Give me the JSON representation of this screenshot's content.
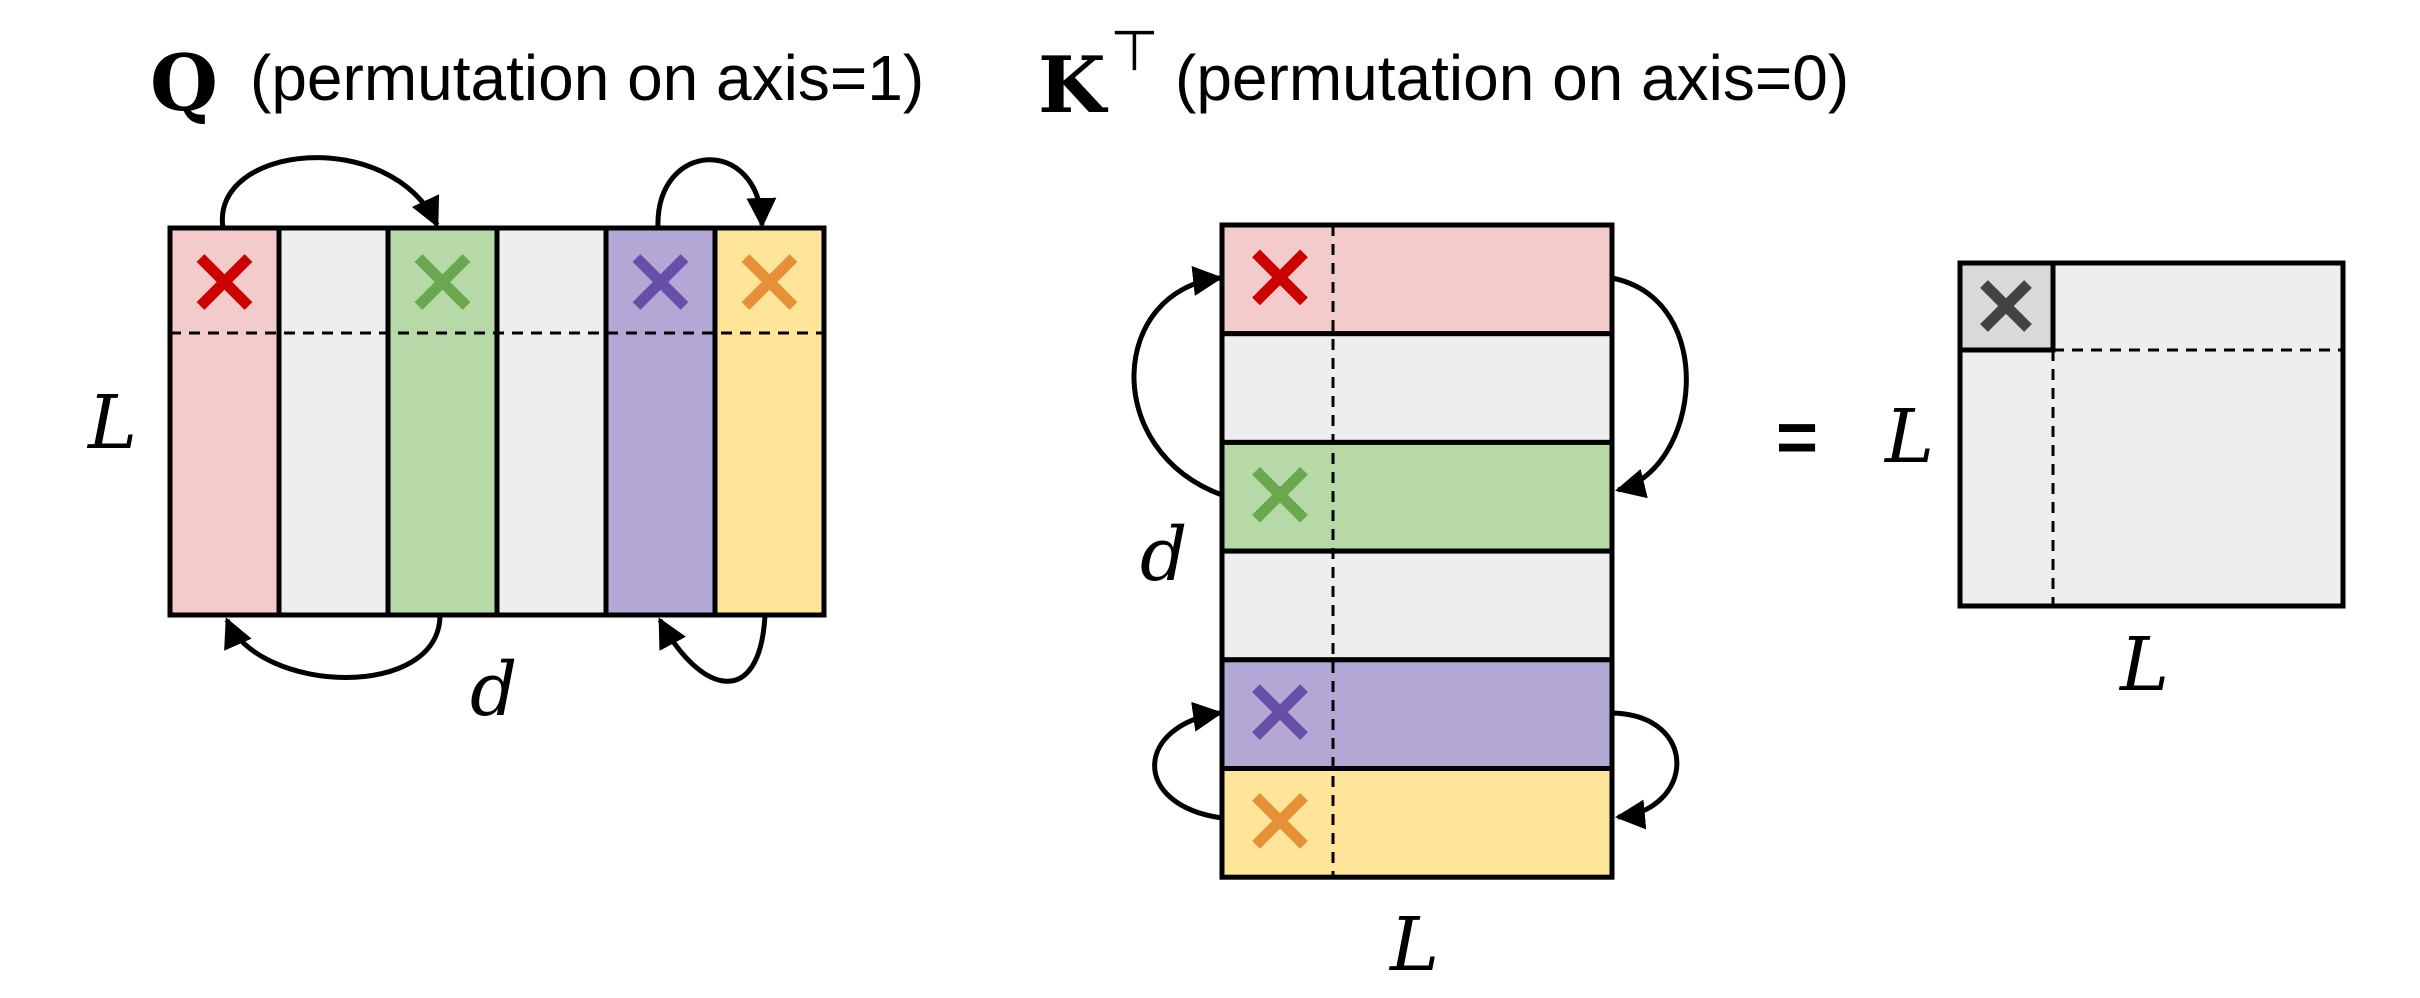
{
  "q_panel": {
    "symbol": "Q",
    "caption": "(permutation on axis=1)",
    "height_label": "L",
    "width_label": "d",
    "columns": [
      "#f4cbcb",
      "#eeeeee",
      "#b7d9a8",
      "#eeeeee",
      "#b3a7d6",
      "#fee599"
    ],
    "cross_colors": [
      "#cc0000",
      null,
      "#6aa84f",
      null,
      "#674ea7",
      "#e69138"
    ]
  },
  "k_panel": {
    "symbol": "K",
    "superscript": "⊤",
    "caption": "(permutation on axis=0)",
    "height_label": "d",
    "width_label": "L",
    "rows": [
      "#f4cbcb",
      "#eeeeee",
      "#b7d9a8",
      "#eeeeee",
      "#b3a7d6",
      "#fee599"
    ],
    "cross_colors": [
      "#cc0000",
      null,
      "#6aa84f",
      null,
      "#674ea7",
      "#e69138"
    ]
  },
  "equals_sign": "=",
  "result_panel": {
    "height_label": "L",
    "width_label": "L",
    "fill": "#eeeeee",
    "corner_fill": "#d9d9d9",
    "cross_color": "#434343"
  }
}
